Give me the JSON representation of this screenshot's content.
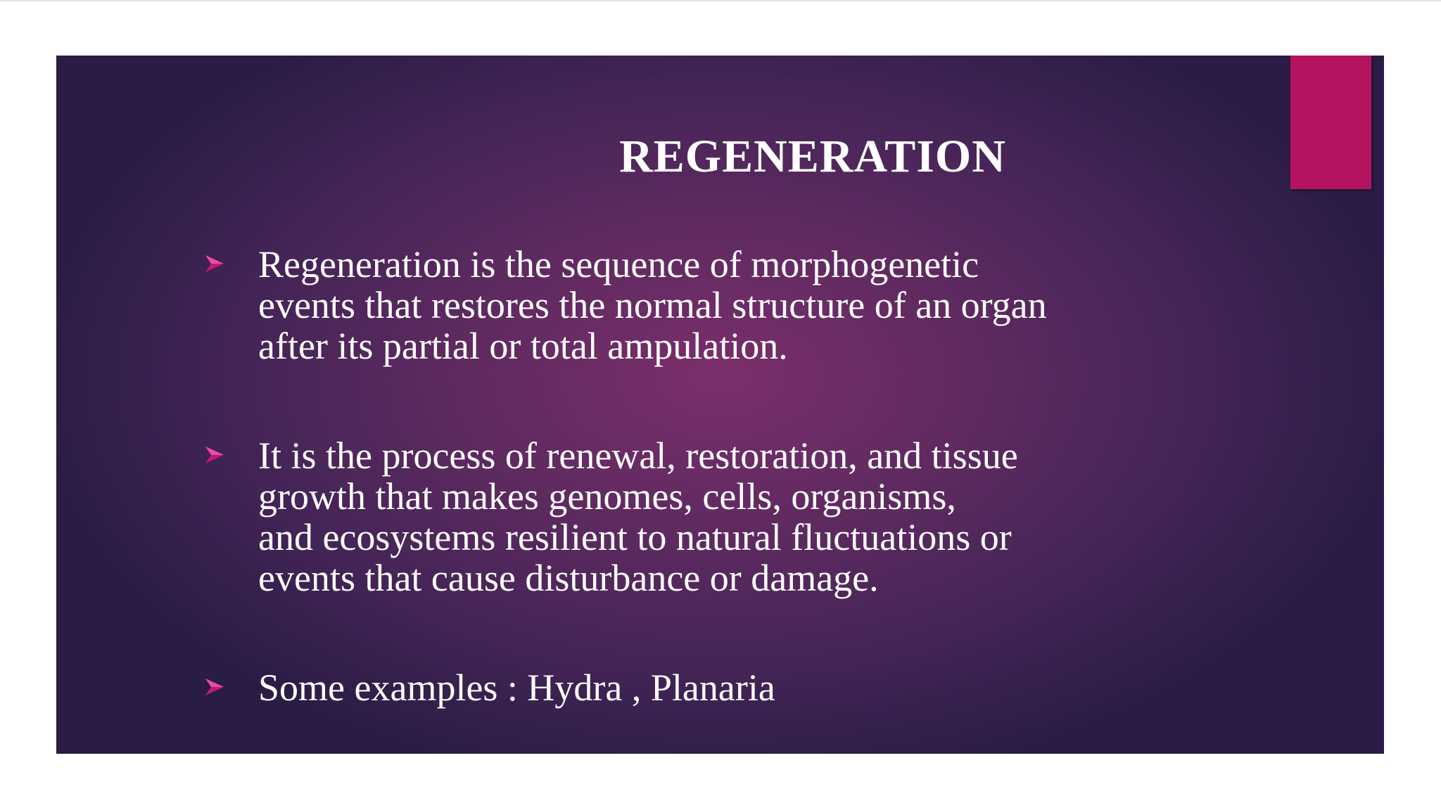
{
  "slide": {
    "title": "REGENERATION",
    "bullets": [
      {
        "text": "Regeneration is the sequence of morphogenetic\nevents that restores the normal structure of an organ\nafter its partial or total ampulation."
      },
      {
        "text": "It  is the process of renewal, restoration, and tissue\ngrowth that makes genomes, cells, organisms,\nand ecosystems resilient to natural fluctuations or\nevents that cause disturbance or damage."
      },
      {
        "text": "Some examples : Hydra , Planaria"
      }
    ],
    "bullet_icon": "arrowhead-bullet-icon",
    "accent_color": "#b3135f",
    "background_colors": [
      "#7a2e6a",
      "#2a1c44"
    ]
  }
}
